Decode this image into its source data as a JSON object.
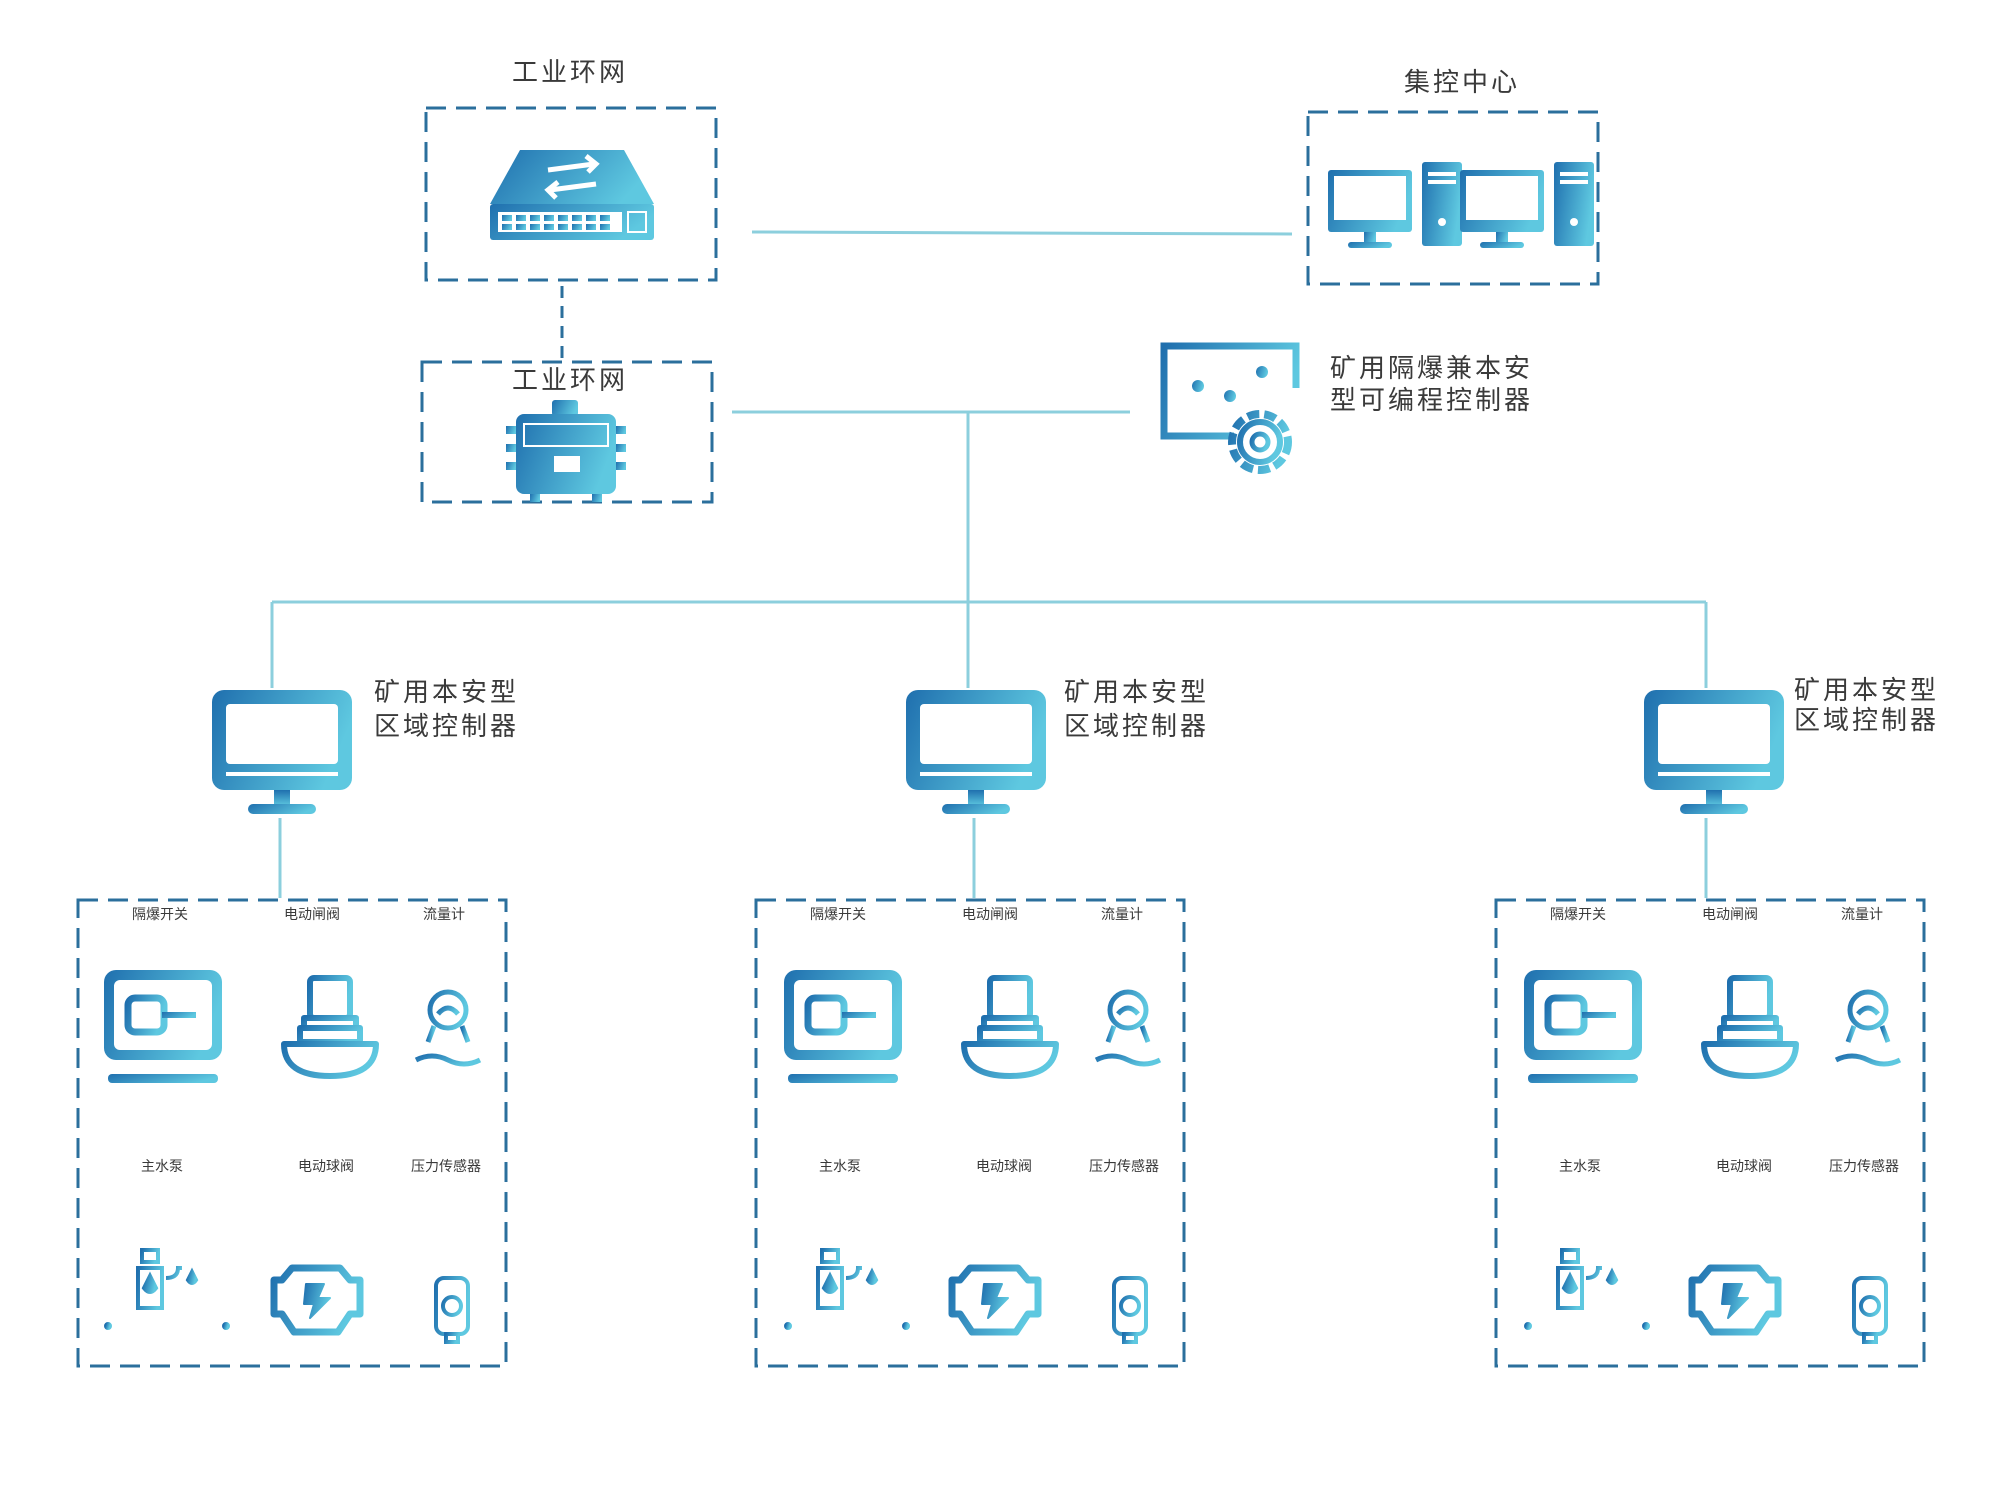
{
  "colors": {
    "accent_dark": "#1f6fae",
    "accent_light": "#5ec8e0",
    "line": "#8ccfdd",
    "dash": "#2b6f9c"
  },
  "top": {
    "ring_network_label": "工业环网",
    "ring_switch_label": "工业环网",
    "control_center_label": "集控中心",
    "plc_label_line1": "矿用隔爆兼本安",
    "plc_label_line2": "型可编程控制器"
  },
  "icons": {
    "switch": "network-switch-icon",
    "ring_switch": "ring-switch-box-icon",
    "workstation": "computer-workstation-icon",
    "plc": "plc-control-icon",
    "monitor": "monitor-icon",
    "explosion_switch": "explosion-proof-switch-icon",
    "gate_valve": "gate-valve-icon",
    "flowmeter": "flowmeter-icon",
    "pump": "water-pump-icon",
    "ball_valve": "ball-valve-icon",
    "pressure_sensor": "pressure-sensor-icon"
  },
  "zones": [
    {
      "controller_line1": "矿用本安型",
      "controller_line2": "区域控制器",
      "devices": [
        "隔爆开关",
        "电动闸阀",
        "流量计",
        "主水泵",
        "电动球阀",
        "压力传感器"
      ]
    },
    {
      "controller_line1": "矿用本安型",
      "controller_line2": "区域控制器",
      "devices": [
        "隔爆开关",
        "电动闸阀",
        "流量计",
        "主水泵",
        "电动球阀",
        "压力传感器"
      ]
    },
    {
      "controller_line1": "矿用本安型",
      "controller_line2": "区域控制器",
      "devices": [
        "隔爆开关",
        "电动闸阀",
        "流量计",
        "主水泵",
        "电动球阀",
        "压力传感器"
      ]
    }
  ]
}
